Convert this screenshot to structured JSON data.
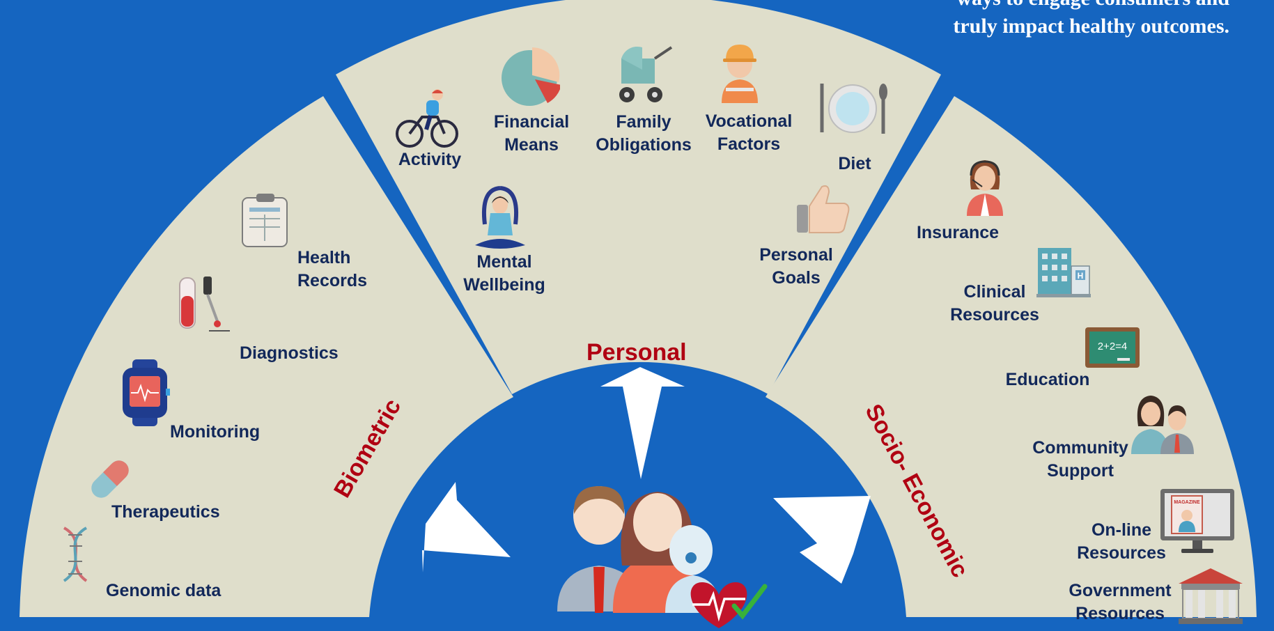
{
  "tagline": {
    "line1": "ways to engage consumers and",
    "line2": "truly impact healthy outcomes."
  },
  "categories": {
    "personal": "Personal",
    "biometric": "Biometric",
    "socio_economic": "Socio- Economic"
  },
  "biometric": {
    "health_records": "Health\nRecords",
    "diagnostics": "Diagnostics",
    "monitoring": "Monitoring",
    "therapeutics": "Therapeutics",
    "genomic": "Genomic data"
  },
  "personal": {
    "activity": "Activity",
    "financial": "Financial\nMeans",
    "family": "Family\nObligations",
    "vocational": "Vocational\nFactors",
    "diet": "Diet",
    "mental": "Mental\nWellbeing",
    "goals": "Personal\nGoals"
  },
  "socio": {
    "insurance": "Insurance",
    "clinical": "Clinical\nResources",
    "education": "Education",
    "community": "Community\nSupport",
    "online": "On-line\nResources",
    "government": "Government\nResources"
  },
  "icons": {
    "education_board": "2+2=4",
    "magazine": "MAGAZINE",
    "hospital": "H"
  },
  "colors": {
    "background": "#1565c0",
    "segment": "#dfdecb",
    "label": "#12285a",
    "category": "#b00012"
  }
}
